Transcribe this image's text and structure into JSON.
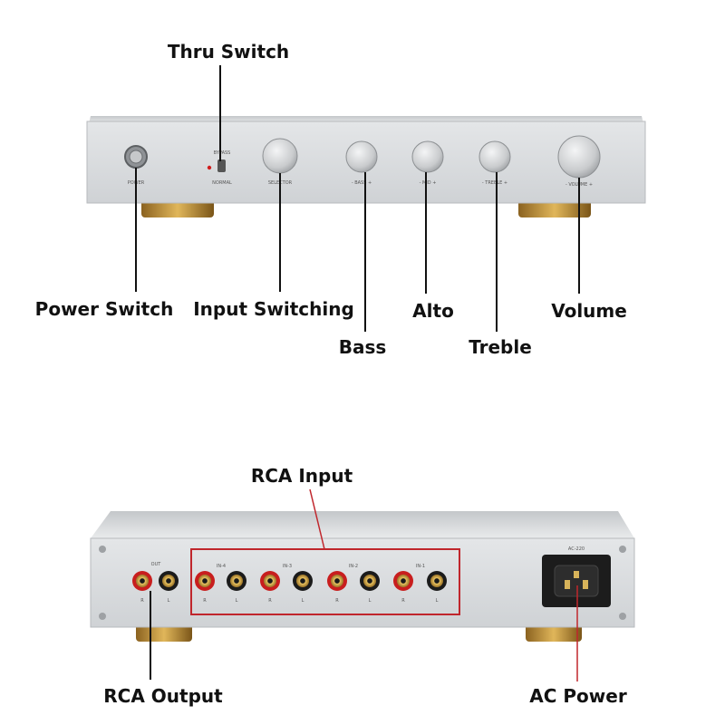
{
  "front_panel": {
    "callouts": {
      "thru_switch": "Thru Switch",
      "power_switch": "Power Switch",
      "input_switching": "Input Switching",
      "bass": "Bass",
      "alto": "Alto",
      "treble": "Treble",
      "volume": "Volume"
    },
    "silkscreen": {
      "power": "POWER",
      "bypass": "BYPASS",
      "normal": "NORMAL",
      "selector": "SELECTOR",
      "bass": "- BASS +",
      "mid": "- MID +",
      "treble": "- TREBLE +",
      "volume": "- VOLUME +"
    }
  },
  "rear_panel": {
    "callouts": {
      "rca_input": "RCA Input",
      "rca_output": "RCA Output",
      "ac_power": "AC Power"
    },
    "silkscreen": {
      "out": "OUT",
      "in4": "IN-4",
      "in3": "IN-3",
      "in2": "IN-2",
      "in1": "IN-1",
      "ac": "AC-220",
      "right": "R",
      "left": "L"
    }
  },
  "colors": {
    "panel": "#d9dbde",
    "panel_dark": "#b9bcc0",
    "knob": "#cfd1d4",
    "gold": "#b8892f",
    "rca_red": "#c81e1e",
    "highlight_box": "#c0262c",
    "leader_line": "#111111"
  }
}
